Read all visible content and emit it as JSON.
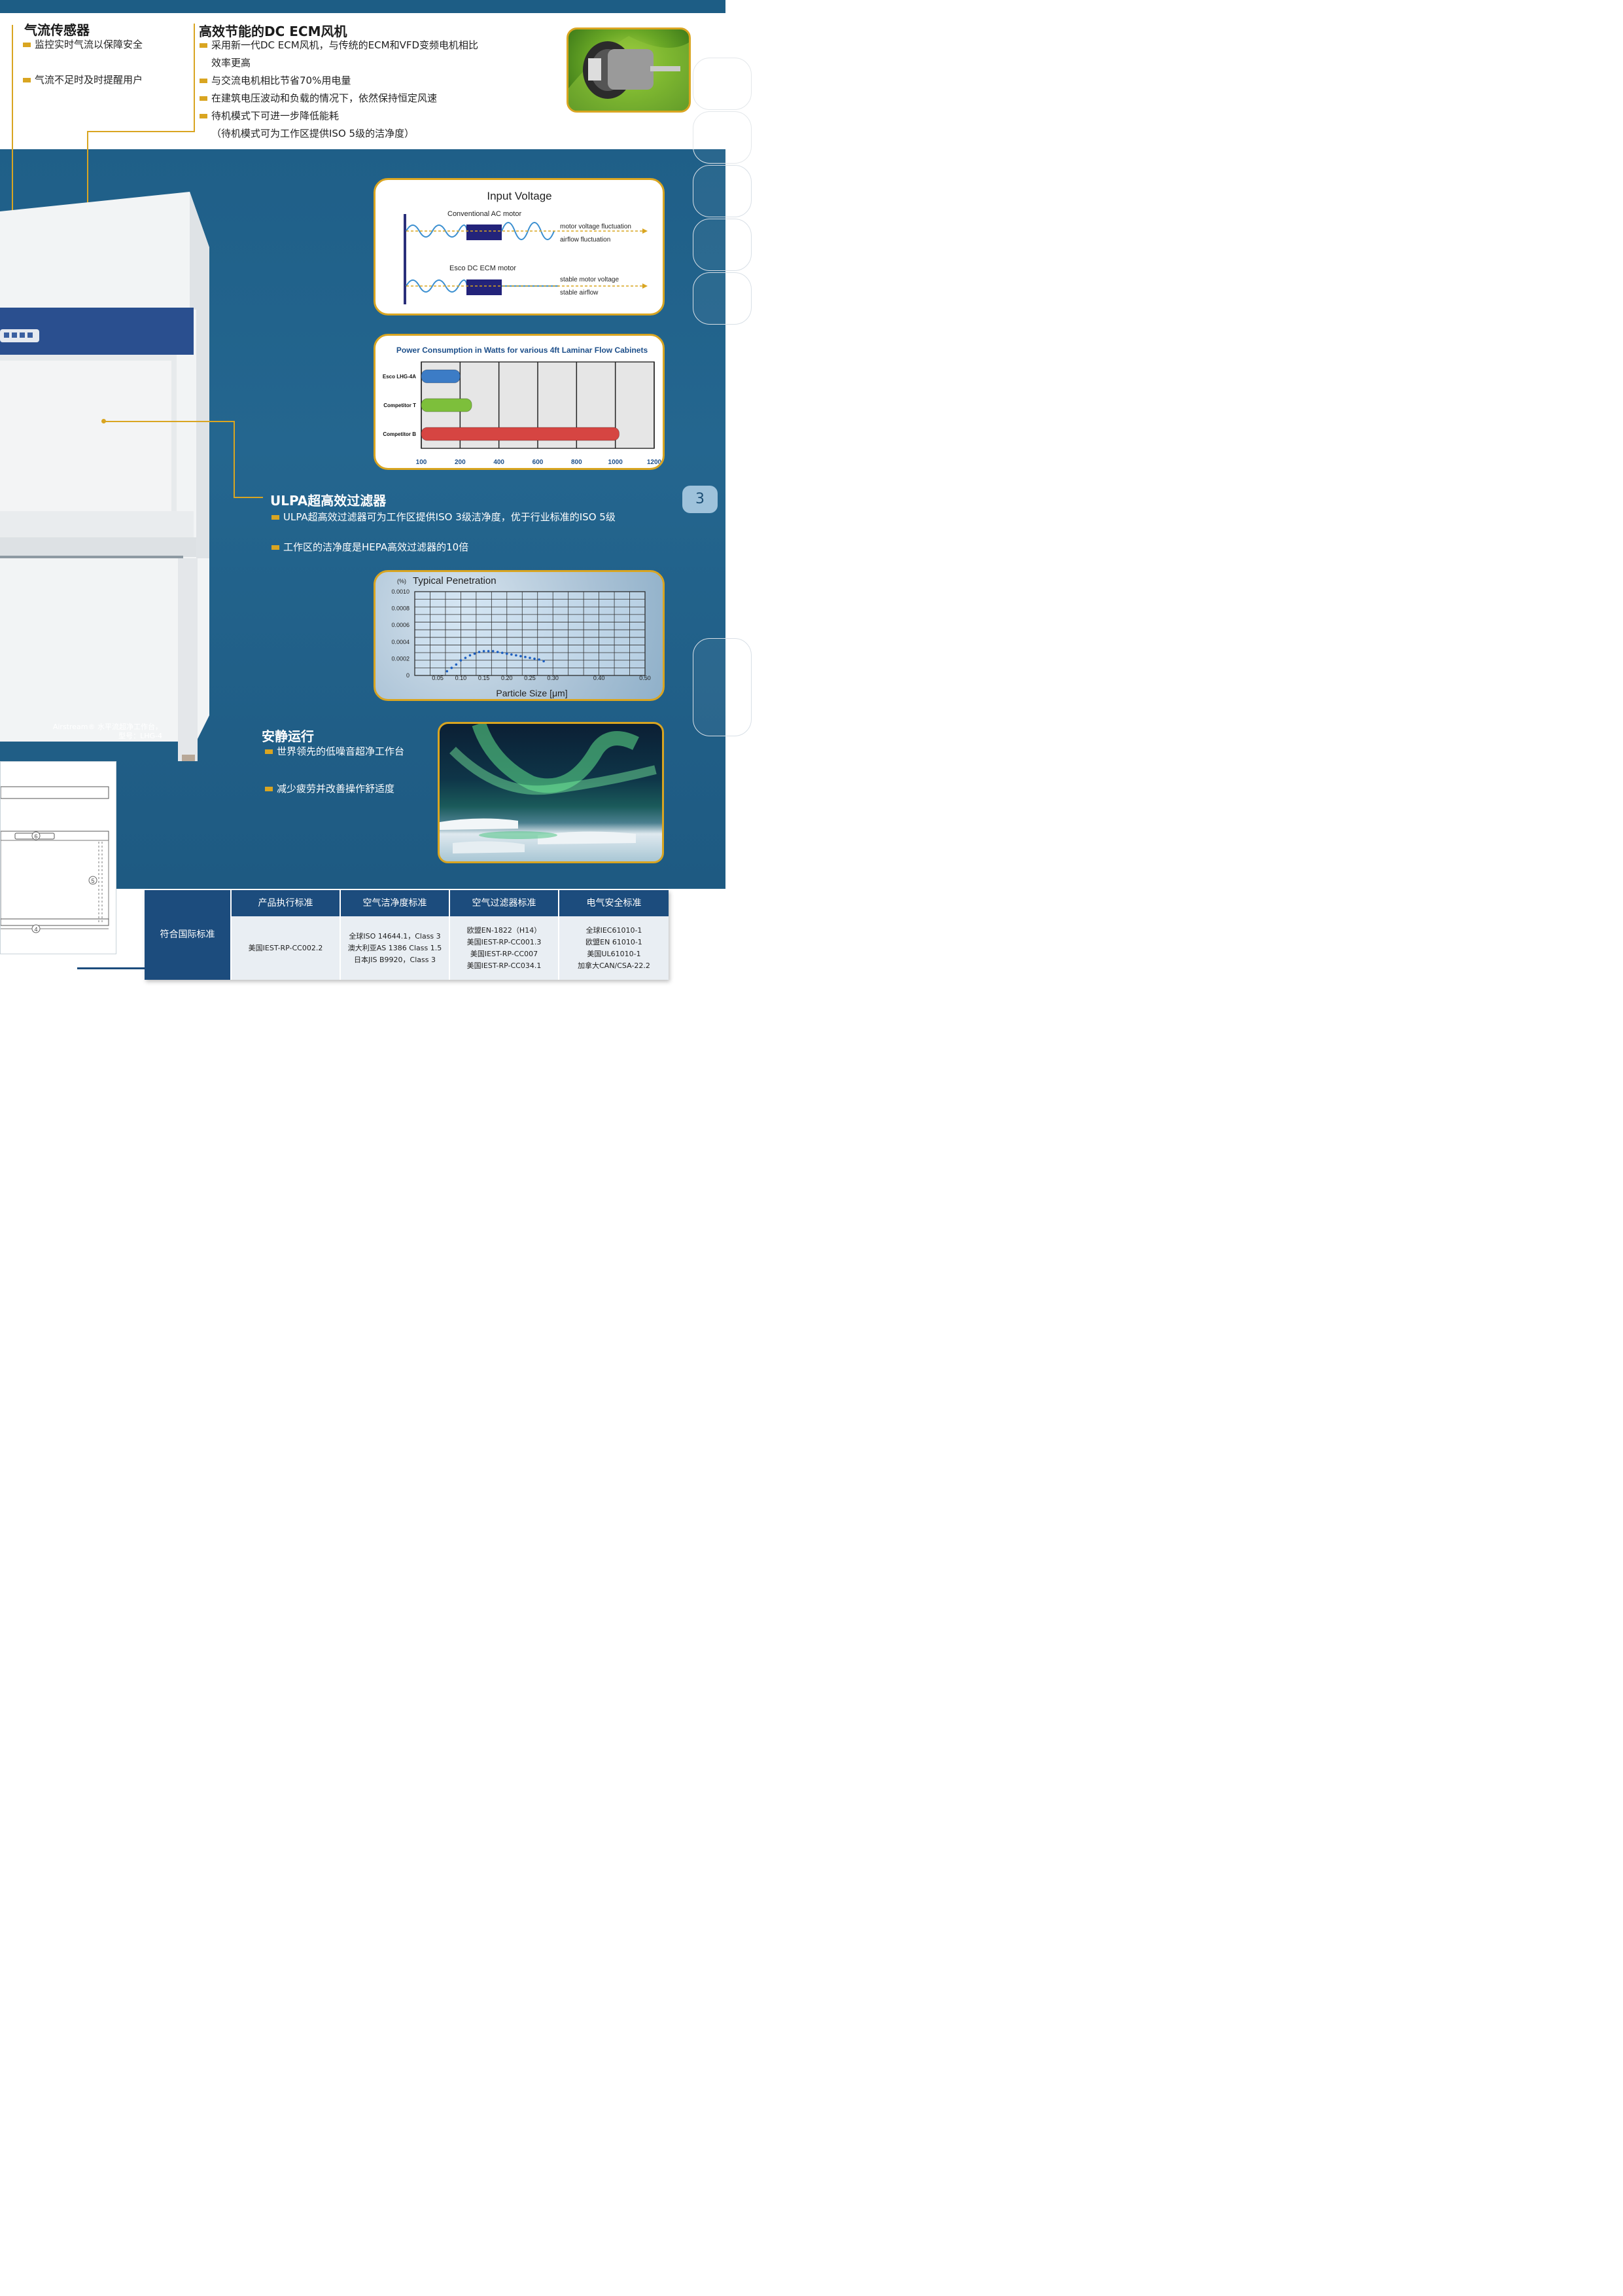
{
  "sections": {
    "airflow_sensor": {
      "title": "气流传感器",
      "bullets": [
        "监控实时气流以保障安全",
        "气流不足时及时提醒用户"
      ]
    },
    "ecm_fan": {
      "title": "高效节能的DC ECM风机",
      "bullets": [
        "采用新一代DC ECM风机，与传统的ECM和VFD变频电机相比",
        "效率更高",
        "与交流电机相比节省70%用电量",
        "在建筑电压波动和负载的情况下，依然保持恒定风速",
        "待机模式下可进一步降低能耗",
        "（待机模式可为工作区提供ISO 5级的洁净度）"
      ]
    },
    "ulpa": {
      "title": "ULPA超高效过滤器",
      "bullets": [
        "ULPA超高效过滤器可为工作区提供ISO 3级洁净度，优于行业标准的ISO 5级",
        "工作区的洁净度是HEPA高效过滤器的10倍"
      ]
    },
    "quiet": {
      "title": "安静运行",
      "bullets": [
        "世界领先的低噪音超净工作台",
        "减少疲劳并改善操作舒适度"
      ]
    }
  },
  "voltage_diagram": {
    "title": "Input Voltage",
    "ac_label": "Conventional AC motor",
    "ac_note1": "motor voltage fluctuation",
    "ac_note2": "airflow fluctuation",
    "dc_label": "Esco DC ECM motor",
    "dc_note1": "stable motor voltage",
    "dc_note2": "stable airflow"
  },
  "caption": {
    "line1": "Airstream® 水平流超净工作台，",
    "line2": "型号：LHG-4"
  },
  "page_number": "3",
  "drawing_labels": [
    "6",
    "5",
    "4"
  ],
  "standards": {
    "row_label": "符合国际标准",
    "headers": [
      "产品执行标准",
      "空气洁净度标准",
      "空气过滤器标准",
      "电气安全标准"
    ],
    "cells": [
      [
        "美国IEST-RP-CC002.2"
      ],
      [
        "全球ISO 14644.1，Class 3",
        "澳大利亚AS 1386 Class 1.5",
        "日本JIS B9920，Class 3"
      ],
      [
        "欧盟EN-1822（H14）",
        "美国IEST-RP-CC001.3",
        "美国IEST-RP-CC007",
        "美国IEST-RP-CC034.1"
      ],
      [
        "全球IEC61010-1",
        "欧盟EN 61010-1",
        "美国UL61010-1",
        "加拿大CAN/CSA-22.2"
      ]
    ]
  },
  "colors": {
    "accent_gold": "#d9a521",
    "brand_blue": "#1f5f88",
    "table_blue": "#1c4c7d"
  },
  "chart_data": [
    {
      "type": "bar",
      "title": "Power Consumption in Watts for various 4ft Laminar Flow Cabinets",
      "orientation": "horizontal",
      "categories": [
        "Esco LHG-4A",
        "Competitor T",
        "Competitor B"
      ],
      "values": [
        200,
        260,
        1020
      ],
      "colors": [
        "#3c7cc6",
        "#7dbf3b",
        "#d64542"
      ],
      "xlim": [
        100,
        1200
      ],
      "xticks": [
        "100",
        "200",
        "400",
        "600",
        "800",
        "1000",
        "1200"
      ],
      "grid": true
    },
    {
      "type": "scatter",
      "title": "Typical Penetration",
      "ylabel": "(%)",
      "xlabel": "Particle Size [μm]",
      "x": [
        0.07,
        0.08,
        0.09,
        0.1,
        0.11,
        0.12,
        0.13,
        0.14,
        0.15,
        0.16,
        0.17,
        0.18,
        0.19,
        0.2,
        0.21,
        0.22,
        0.23,
        0.24,
        0.25,
        0.26,
        0.27,
        0.28
      ],
      "y": [
        5e-05,
        9e-05,
        0.00013,
        0.00018,
        0.00021,
        0.00024,
        0.00026,
        0.00028,
        0.00029,
        0.00029,
        0.00029,
        0.00028,
        0.00027,
        0.00026,
        0.00025,
        0.00024,
        0.00023,
        0.00022,
        0.00021,
        0.0002,
        0.00019,
        0.00017
      ],
      "xlim": [
        0,
        0.5
      ],
      "ylim": [
        0,
        0.001
      ],
      "xticks": [
        "0.05",
        "0.10",
        "0.15",
        "0.20",
        "0.25",
        "0.30",
        "0.40",
        "0.50"
      ],
      "yticks": [
        "0",
        "0.0002",
        "0.0004",
        "0.0006",
        "0.0008",
        "0.0010"
      ],
      "grid": true
    }
  ]
}
